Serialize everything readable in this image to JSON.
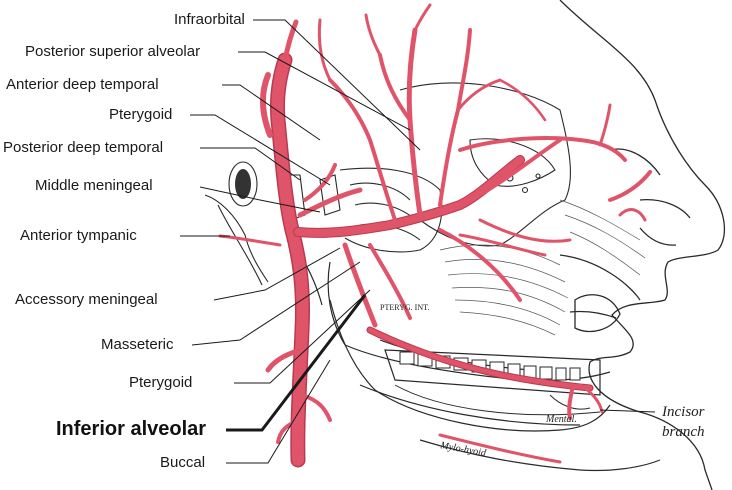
{
  "labels": {
    "infraorbital": "Infraorbital",
    "posterior_superior_alveolar": "Posterior superior alveolar",
    "anterior_deep_temporal": "Anterior deep temporal",
    "pterygoid_upper": "Pterygoid",
    "posterior_deep_temporal": "Posterior deep temporal",
    "middle_meningeal": "Middle meningeal",
    "anterior_tympanic": "Anterior tympanic",
    "accessory_meningeal": "Accessory meningeal",
    "masseteric": "Masseteric",
    "pterygoid_lower": "Pterygoid",
    "inferior_alveolar": "Inferior alveolar",
    "buccal": "Buccal",
    "incisor_branch": [
      "Incisor",
      "branch"
    ]
  },
  "engraved_text": {
    "mental": "Mental.",
    "mylo_hyoid": "Mylo-hyoid",
    "pteryg_int": "PTERYG. INT."
  },
  "colors": {
    "artery": "#e0546a",
    "artery_dark": "#b83a4e",
    "ink": "#2a2a2a",
    "leader": "#1a1a1a"
  }
}
